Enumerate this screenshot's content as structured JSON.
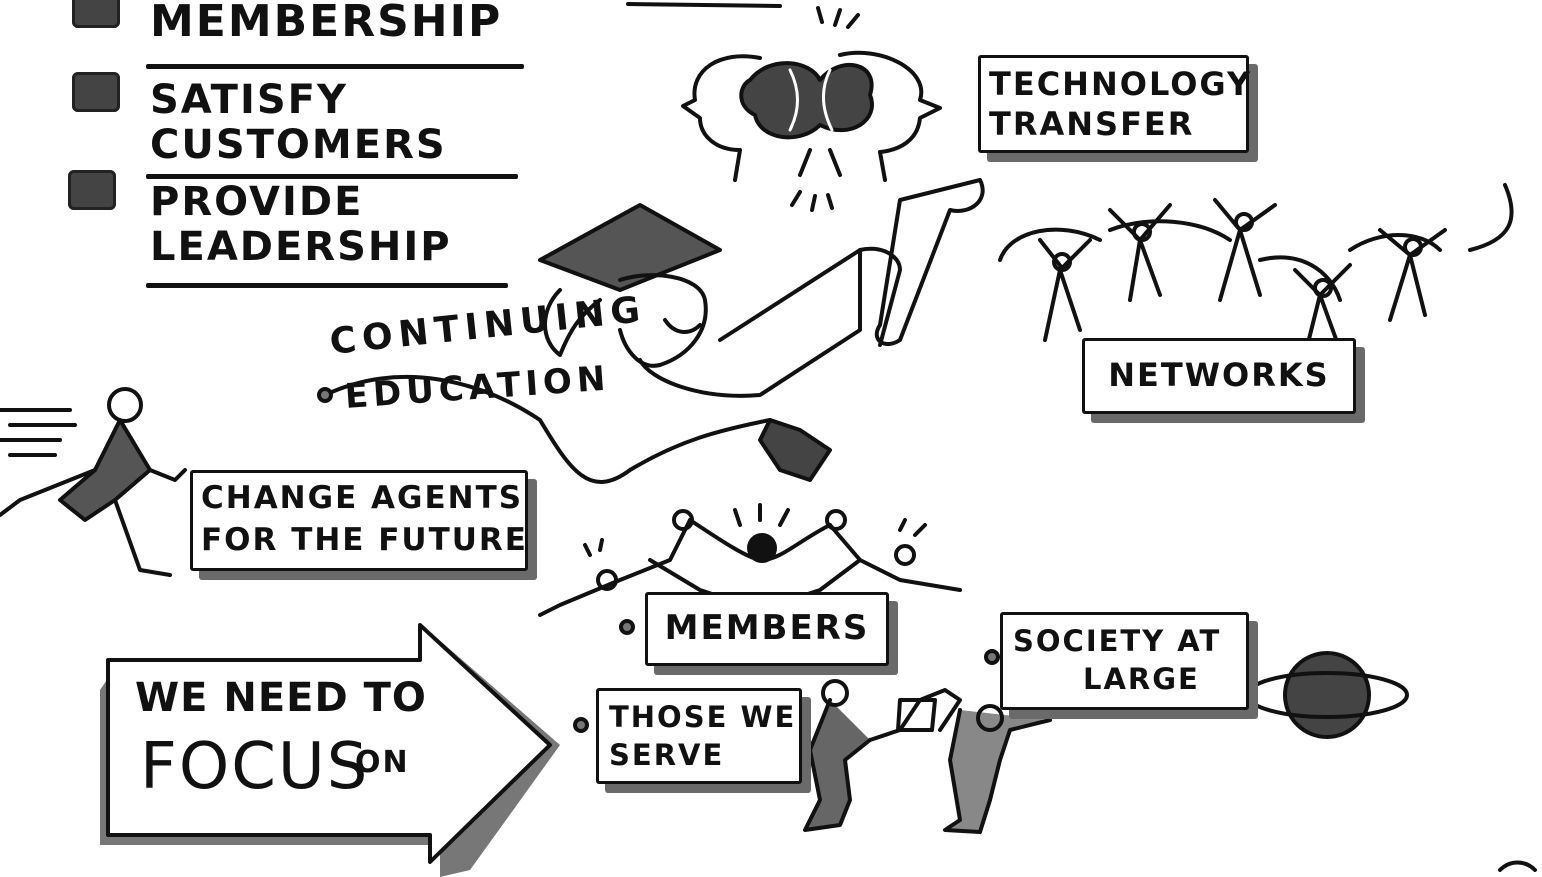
{
  "goals": {
    "items": [
      "MEMBERSHIP",
      "SATISFY",
      "CUSTOMERS",
      "PROVIDE",
      "LEADERSHIP"
    ]
  },
  "labels": {
    "technology_transfer": [
      "TECHNOLOGY",
      "TRANSFER"
    ],
    "networks": "NETWORKS",
    "continuing": "CONTINUING",
    "education": "EDUCATION",
    "change_agents": [
      "CHANGE AGENTS",
      "FOR THE FUTURE"
    ],
    "members": "MEMBERS",
    "society": [
      "SOCIETY AT",
      "LARGE"
    ],
    "those_we_serve": [
      "THOSE WE",
      "SERVE"
    ],
    "focus_arrow": [
      "WE NEED TO",
      "FOCUS",
      "ON"
    ]
  }
}
